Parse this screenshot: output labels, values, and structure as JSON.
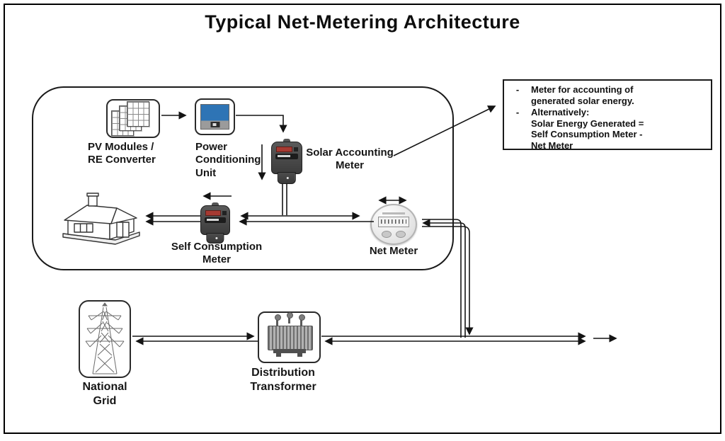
{
  "title": "Typical Net-Metering Architecture",
  "note": {
    "items": [
      {
        "bullet": "-",
        "text": "Meter for accounting of\ngenerated solar energy."
      },
      {
        "bullet": "-",
        "text": "Alternatively:\nSolar Energy Generated =\nSelf Consumption Meter -\nNet Meter"
      }
    ]
  },
  "labels": {
    "pv": "PV Modules /\nRE Converter",
    "pcu": "Power\nConditioning\nUnit",
    "sam": "Solar Accounting\nMeter",
    "scm": "Self Consumption\nMeter",
    "net": "Net Meter",
    "grid": "National\nGrid",
    "transformer": "Distribution\nTransformer"
  },
  "colors": {
    "line": "#141414",
    "pcu_blue": "#2e74b5",
    "meter_dark": "#4a4a4a",
    "meter_red": "#a63a32"
  }
}
